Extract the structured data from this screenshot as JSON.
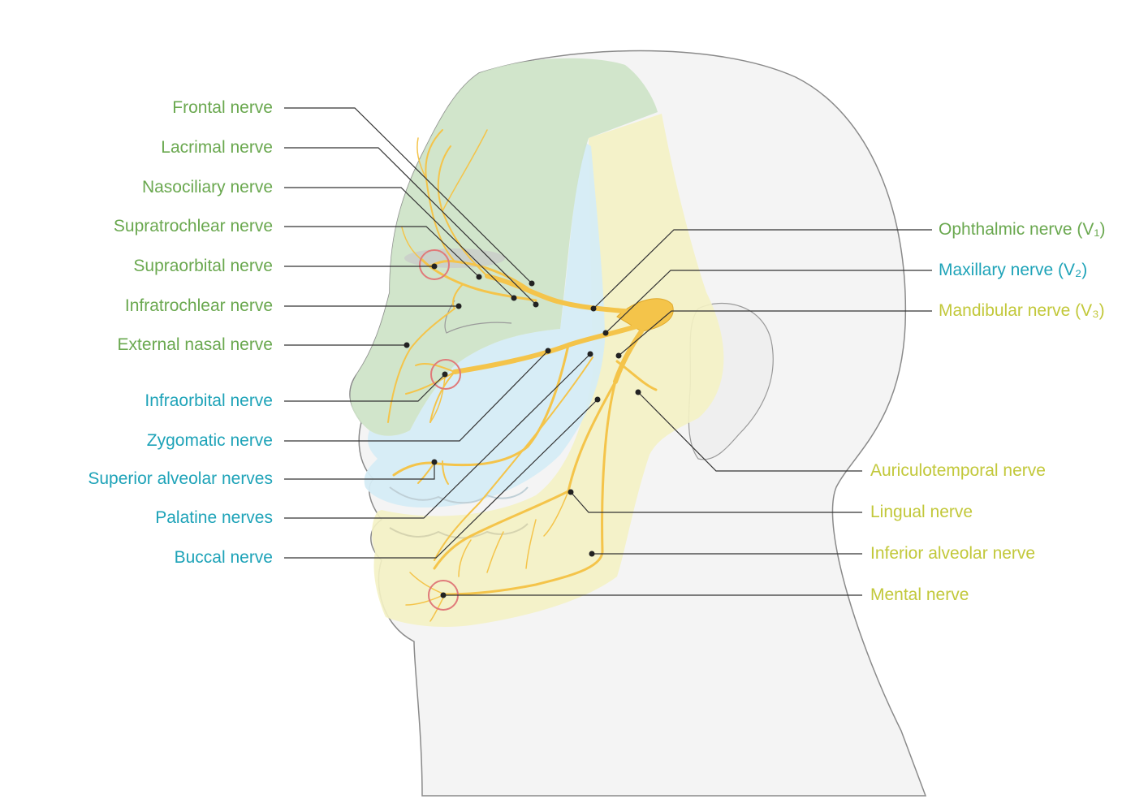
{
  "colors": {
    "ophthalmic": "#6aa84f",
    "maxillary": "#1ea3b8",
    "mandibular": "#c2c83a",
    "nerve": "#f4c44a",
    "nerve_stroke": "#e0a92a",
    "region_green": "#cfe4c8",
    "region_blue": "#d5ecf5",
    "region_yellow": "#f4f2c4",
    "head_outline": "#8a8a8a",
    "foramen_ring": "#e07a7a"
  },
  "labels": {
    "frontal": "Frontal nerve",
    "lacrimal": "Lacrimal nerve",
    "nasociliary": "Nasociliary nerve",
    "supratrochlear": "Supratrochlear nerve",
    "supraorbital": "Supraorbital nerve",
    "infratrochlear": "Infratrochlear nerve",
    "external_nasal": "External nasal nerve",
    "infraorbital": "Infraorbital nerve",
    "zygomatic": "Zygomatic nerve",
    "superior_alveolar": "Superior alveolar nerves",
    "palatine": "Palatine nerves",
    "buccal": "Buccal nerve",
    "ophthalmic": "Ophthalmic nerve (V₁)",
    "maxillary": "Maxillary nerve (V₂)",
    "mandibular": "Mandibular nerve (V₃)",
    "auriculotemporal": "Auriculotemporal nerve",
    "lingual": "Lingual nerve",
    "inferior_alveolar": "Inferior alveolar nerve",
    "mental": "Mental nerve"
  }
}
